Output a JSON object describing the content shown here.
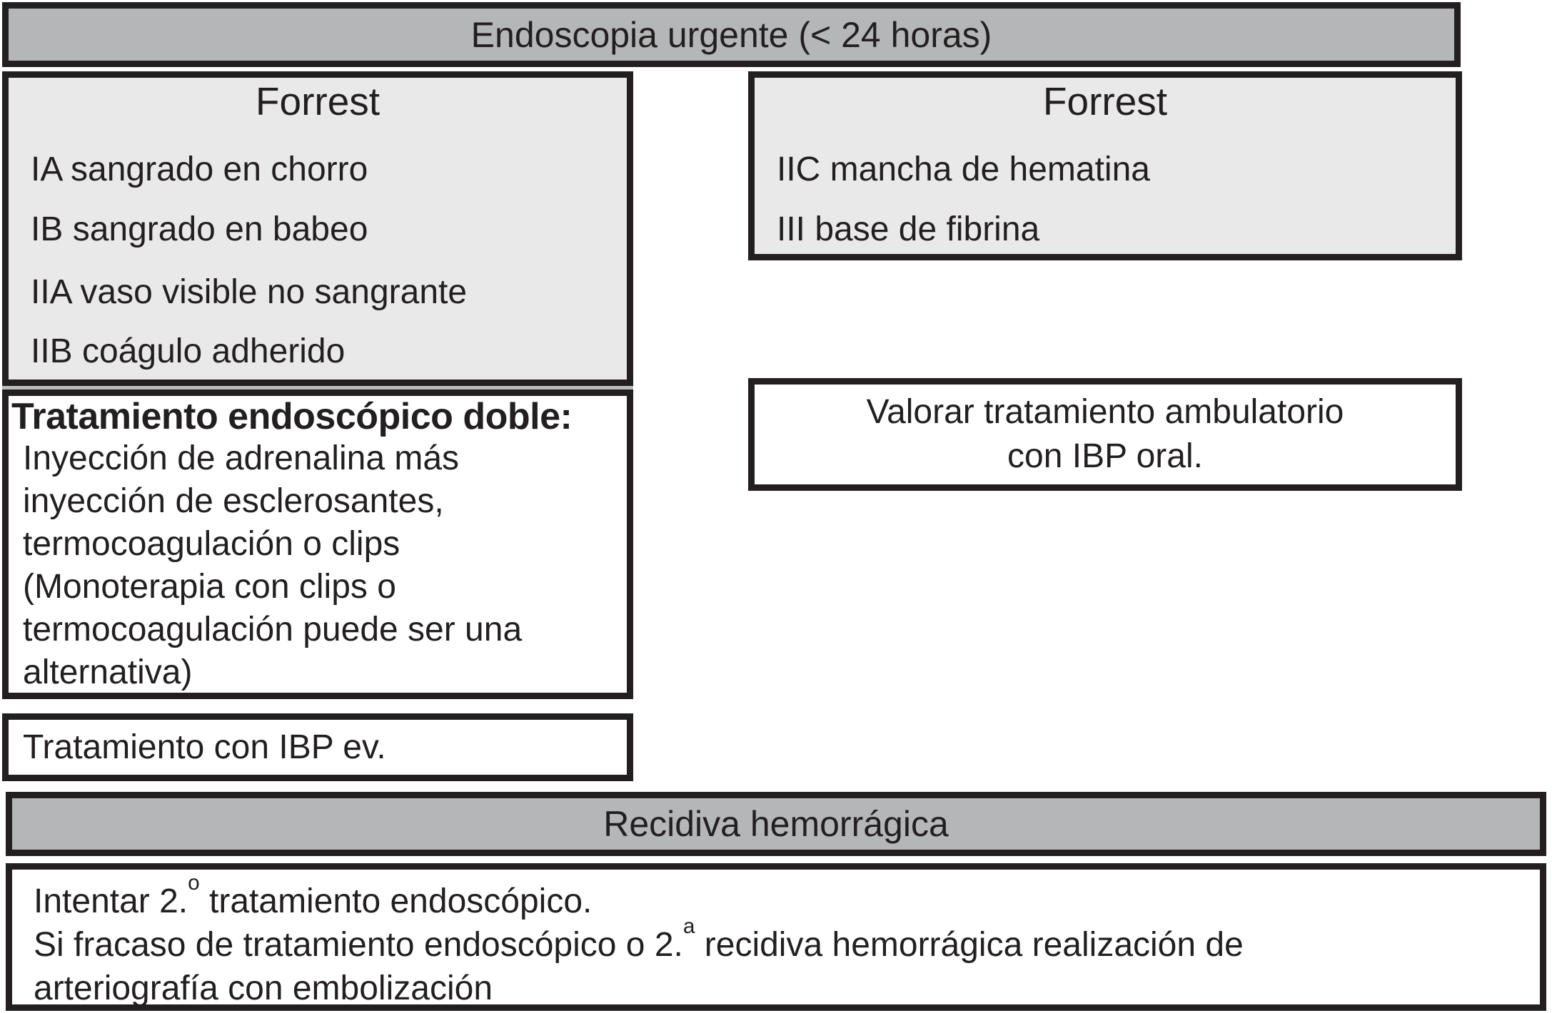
{
  "colors": {
    "banner_fill": "#b4b6b8",
    "forrest_fill": "#e9e9ea",
    "border_and_text": "#231f20",
    "divider": "#bcbdbf",
    "background": "#ffffff"
  },
  "top_banner": {
    "title": "Endoscopia urgente (< 24 horas)"
  },
  "forrest_left": {
    "header": "Forrest",
    "items": [
      "IA sangrado en chorro",
      "IB sangrado en babeo",
      "IIA vaso visible no sangrante",
      "IIB coágulo adherido"
    ]
  },
  "forrest_right": {
    "header": "Forrest",
    "items": [
      "IIC mancha de hematina",
      "III base de fibrina"
    ]
  },
  "treatment_box": {
    "heading": "Tratamiento endoscópico doble:",
    "lines": [
      "Inyección de adrenalina más",
      "inyección de esclerosantes,",
      "termocoagulación o clips",
      "(Monoterapia con clips o",
      "termocoagulación puede ser una",
      "alternativa)"
    ]
  },
  "valorar_box": {
    "line1": "Valorar tratamiento ambulatorio",
    "line2": "con IBP oral."
  },
  "ibp_box": {
    "text": "Tratamiento con IBP ev."
  },
  "recidiva_banner": {
    "title": "Recidiva hemorrágica"
  },
  "bottom_box": {
    "line1_pre": "Intentar 2.",
    "line1_sup": "o",
    "line1_post": " tratamiento endoscópico.",
    "line2_pre": "Si fracaso de tratamiento endoscópico o 2.",
    "line2_sup": "a",
    "line2_post": " recidiva hemorrágica realización de",
    "line3": "arteriografía con embolización"
  }
}
